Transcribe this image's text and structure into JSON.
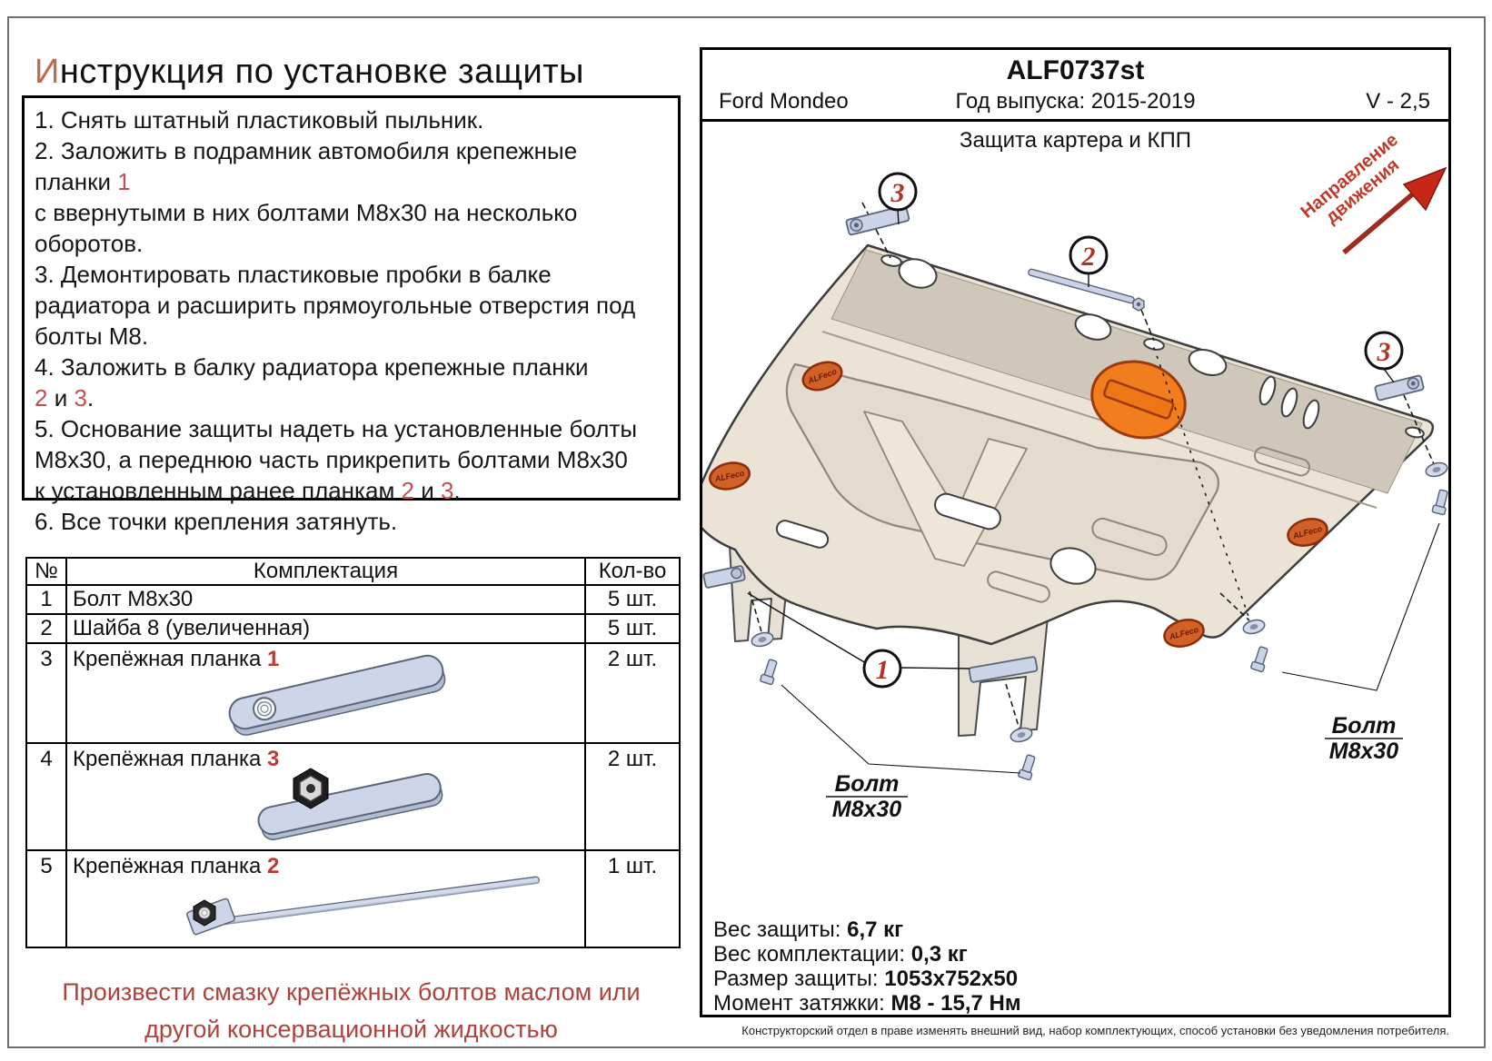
{
  "title": {
    "initial": "И",
    "rest": "нструкция по установке защиты"
  },
  "instructions": {
    "steps": [
      [
        {
          "t": "1. Снять штатный пластиковый пыльник."
        }
      ],
      [
        {
          "t": "2. Заложить в подрамник автомобиля крепежные",
          "br": true
        },
        {
          "t": "планки "
        },
        {
          "t": "1",
          "red": true,
          "br": true
        },
        {
          "t": "с ввернутыми в них болтами М8х30 на несколько",
          "br": true
        },
        {
          "t": "оборотов."
        }
      ],
      [
        {
          "t": "3. Демонтировать пластиковые пробки в балке",
          "br": true
        },
        {
          "t": "радиатора и расширить прямоугольные отверстия под",
          "br": true
        },
        {
          "t": "болты М8."
        }
      ],
      [
        {
          "t": "4. Заложить в балку радиатора крепежные планки",
          "br": true
        },
        {
          "t": "2",
          "red": true
        },
        {
          "t": " и "
        },
        {
          "t": "3",
          "red": true
        },
        {
          "t": "."
        }
      ],
      [
        {
          "t": "5. Основание защиты надеть на установленные болты",
          "br": true
        },
        {
          "t": "М8х30, а переднюю часть прикрепить болтами М8х30",
          "br": true
        },
        {
          "t": "к установленным ранее планкам "
        },
        {
          "t": "2",
          "red": true
        },
        {
          "t": " и "
        },
        {
          "t": "3",
          "red": true
        },
        {
          "t": "."
        }
      ],
      [
        {
          "t": "6. Все точки крепления затянуть."
        }
      ]
    ]
  },
  "parts_table": {
    "headers": [
      "№",
      "Комплектация",
      "Кол-во"
    ],
    "rows": [
      {
        "num": "1",
        "name": "Болт М8х30",
        "qty": "5 шт."
      },
      {
        "num": "2",
        "name": "Шайба 8 (увеличенная)",
        "qty": "5 шт."
      },
      {
        "num": "3",
        "name": "Крепёжная планка ",
        "name_num": "1",
        "qty": "2 шт."
      },
      {
        "num": "4",
        "name": "Крепёжная планка ",
        "name_num": "3",
        "qty": "2 шт."
      },
      {
        "num": "5",
        "name": "Крепёжная планка ",
        "name_num": "2",
        "qty": "1 шт."
      }
    ]
  },
  "warning": {
    "text": "Произвести смазку крепёжных болтов маслом или другой консервационной жидкостью"
  },
  "panel": {
    "code": "ALF0737st",
    "model": "Ford Mondeo",
    "years": "Год выпуска: 2015-2019",
    "engine": "V - 2,5",
    "subtitle": "Защита картера и КПП"
  },
  "drawing": {
    "direction": {
      "line1": "Направление",
      "line2": "движения"
    },
    "callouts": [
      {
        "num": "3"
      },
      {
        "num": "2"
      },
      {
        "num": "3"
      },
      {
        "num": "1"
      }
    ],
    "bolt_labels": [
      {
        "line1": "Болт",
        "line2": "М8х30"
      },
      {
        "line1": "Болт",
        "line2": "М8х30"
      }
    ],
    "brand": "ALFeco"
  },
  "info": {
    "lines": [
      {
        "label": "Вес защиты: ",
        "value": "6,7 кг"
      },
      {
        "label": "Вес комплектации: ",
        "value": "0,3 кг"
      },
      {
        "label": "Размер защиты: ",
        "value": "1053х752х50"
      },
      {
        "label": "Момент затяжки: ",
        "value": "М8 - 15,7 Нм"
      }
    ]
  },
  "footnote": {
    "text": "Конструкторский отдел в праве изменять внешний вид, набор комплектующих, способ установки без уведомления потребителя."
  },
  "colors": {
    "accent_red": "#C0504D",
    "title_initial": "#C06A4C",
    "warning_red": "#AF423C",
    "callout_red": "#B13226",
    "arrow_red": "#C62717",
    "plate": "#EAE3D6",
    "plate_band": "#CFC7B9",
    "steel": "#CBD4E6",
    "orange_cap": "#F27D1E",
    "logo_orange": "#D06227"
  }
}
